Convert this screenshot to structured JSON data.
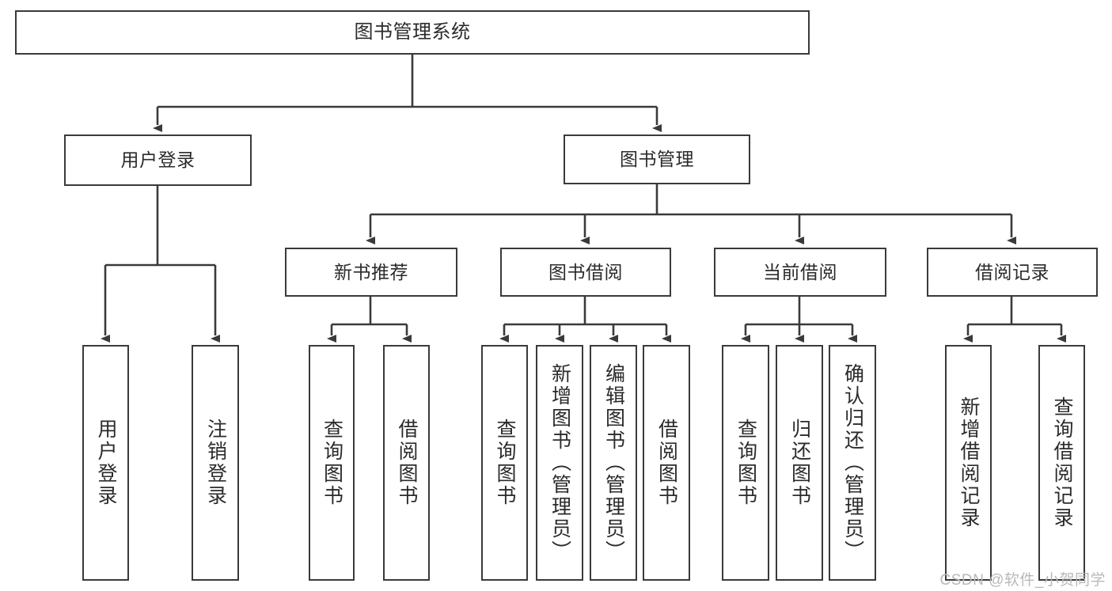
{
  "diagram": {
    "type": "tree-hierarchy",
    "title": "图书管理系统",
    "root": {
      "label": "图书管理系统"
    },
    "level1": [
      {
        "id": "user-login",
        "label": "用户登录"
      },
      {
        "id": "book-management",
        "label": "图书管理"
      }
    ],
    "level2": [
      {
        "id": "new-book-recommend",
        "label": "新书推荐",
        "parent": "book-management"
      },
      {
        "id": "book-borrow",
        "label": "图书借阅",
        "parent": "book-management"
      },
      {
        "id": "current-borrow",
        "label": "当前借阅",
        "parent": "book-management"
      },
      {
        "id": "borrow-record",
        "label": "借阅记录",
        "parent": "book-management"
      }
    ],
    "leaves": [
      {
        "id": "leaf-user-login",
        "label": "用户登录",
        "parent": "user-login"
      },
      {
        "id": "leaf-user-logout",
        "label": "注销登录",
        "parent": "user-login"
      },
      {
        "id": "leaf-query-book-1",
        "label": "查询图书",
        "parent": "new-book-recommend"
      },
      {
        "id": "leaf-borrow-book-1",
        "label": "借阅图书",
        "parent": "new-book-recommend"
      },
      {
        "id": "leaf-query-book-2",
        "label": "查询图书",
        "parent": "book-borrow"
      },
      {
        "id": "leaf-add-book",
        "label": "新增图书（管理员）",
        "parent": "book-borrow"
      },
      {
        "id": "leaf-edit-book",
        "label": "编辑图书（管理员）",
        "parent": "book-borrow"
      },
      {
        "id": "leaf-borrow-book-2",
        "label": "借阅图书",
        "parent": "book-borrow"
      },
      {
        "id": "leaf-query-book-3",
        "label": "查询图书",
        "parent": "current-borrow"
      },
      {
        "id": "leaf-return-book",
        "label": "归还图书",
        "parent": "current-borrow"
      },
      {
        "id": "leaf-confirm-return",
        "label": "确认归还（管理员）",
        "parent": "current-borrow"
      },
      {
        "id": "leaf-add-record",
        "label": "新增借阅记录",
        "parent": "borrow-record"
      },
      {
        "id": "leaf-query-record",
        "label": "查询借阅记录",
        "parent": "borrow-record"
      }
    ],
    "colors": {
      "box_border": "#3a3a3a",
      "box_fill": "#ffffff",
      "connector": "#3a3a3a",
      "text": "#2b2b2b",
      "watermark": "#b8b8b8",
      "background": "#ffffff"
    }
  },
  "watermark": {
    "text": "CSDN @软件_小贺同学"
  }
}
